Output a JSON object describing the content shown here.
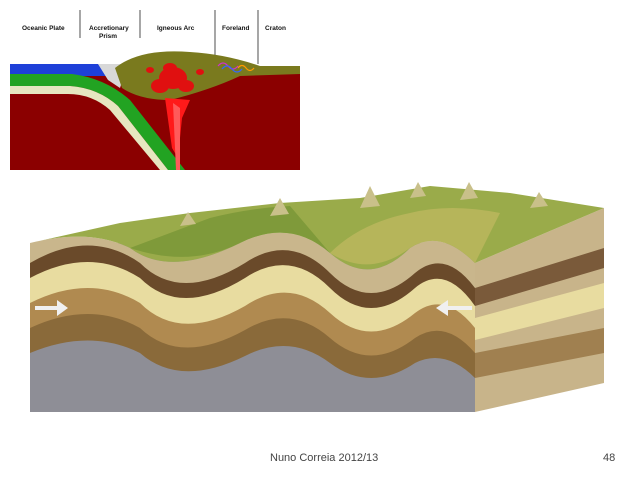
{
  "top_diagram": {
    "zones": [
      "Oceanic Plate",
      "Accretionary",
      "Prism",
      "Igneous Arc",
      "Foreland",
      "Craton"
    ]
  },
  "footer": {
    "author_term": "Nuno Correia 2012/13",
    "page_number": "48"
  },
  "colors": {
    "mantle": "#8b0000",
    "ocean": "#1e40d8",
    "slab": "#22a322",
    "crust_olive": "#7a7a1e",
    "magma": "#e01010"
  }
}
